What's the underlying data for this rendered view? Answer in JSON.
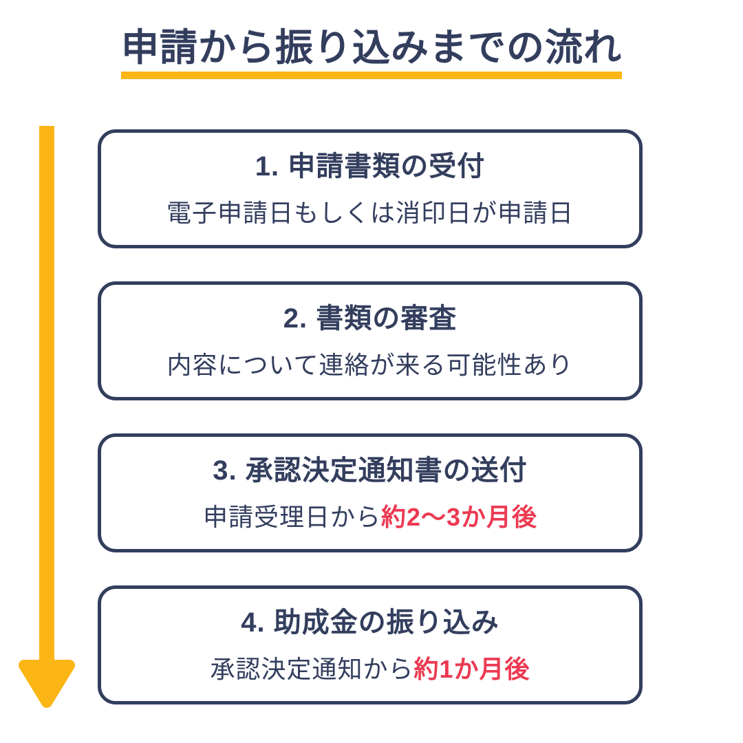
{
  "title": {
    "text": "申請から振り込みまでの流れ"
  },
  "arrow": {
    "icon": "down-arrow-icon",
    "direction": "down"
  },
  "steps": [
    {
      "heading": "1. 申請書類の受付",
      "desc_plain": "電子申請日もしくは消印日が申請日",
      "desc_highlight": ""
    },
    {
      "heading": "2. 書類の審査",
      "desc_plain": "内容について連絡が来る可能性あり",
      "desc_highlight": ""
    },
    {
      "heading": "3. 承認決定通知書の送付",
      "desc_plain": "申請受理日から",
      "desc_highlight": "約2〜3か月後"
    },
    {
      "heading": "4. 助成金の振り込み",
      "desc_plain": "承認決定通知から",
      "desc_highlight": "約1か月後"
    }
  ],
  "colors": {
    "navy": "#333E5E",
    "yellow": "#FBB515",
    "red": "#EC3A52",
    "white": "#FFFFFF"
  }
}
